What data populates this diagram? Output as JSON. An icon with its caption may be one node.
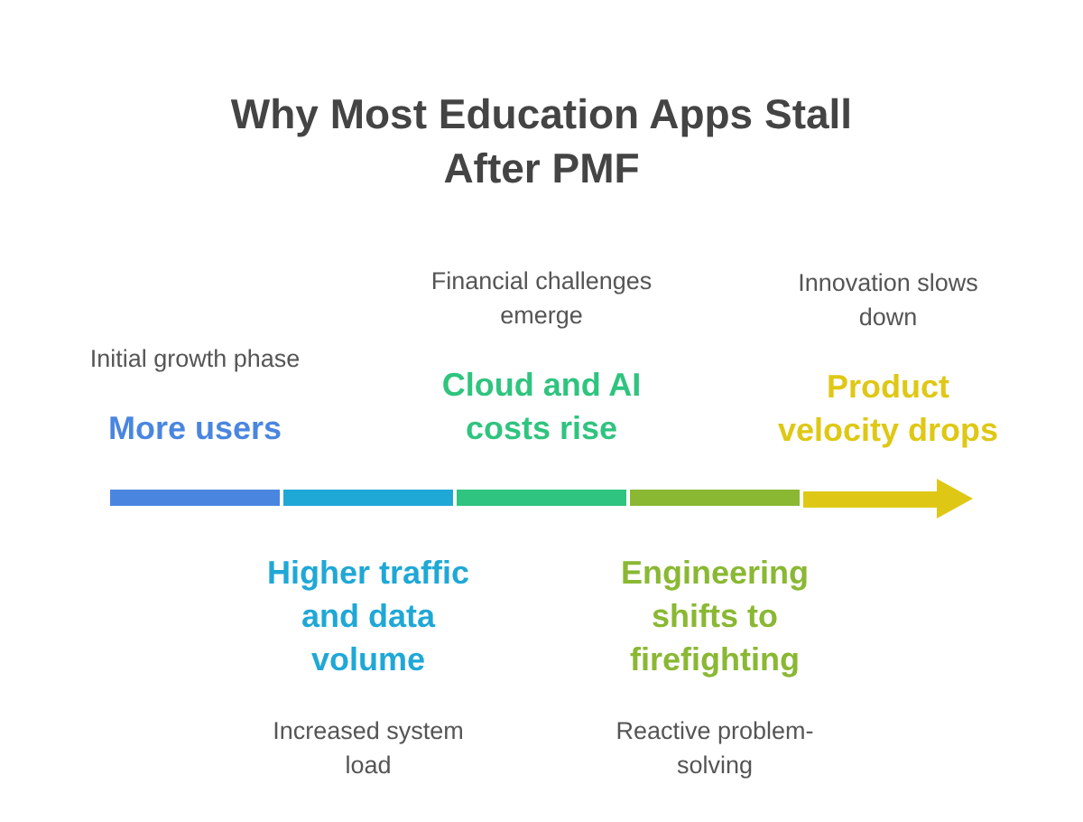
{
  "diagram": {
    "title": "Why Most Education Apps Stall After PMF",
    "nodes": [
      {
        "text": [
          "Initial growth phase",
          "More users"
        ]
      },
      {
        "text": [
          "Higher traffic and data volume",
          "Increased system load"
        ]
      },
      {
        "text": [
          "Financial challenges emerge",
          "Cloud and AI costs rise"
        ]
      },
      {
        "text": [
          "Engineering shifts to firefighting",
          "Reactive problem-solving"
        ]
      },
      {
        "text": [
          "Innovation slows down",
          "Product velocity drops"
        ]
      }
    ]
  }
}
